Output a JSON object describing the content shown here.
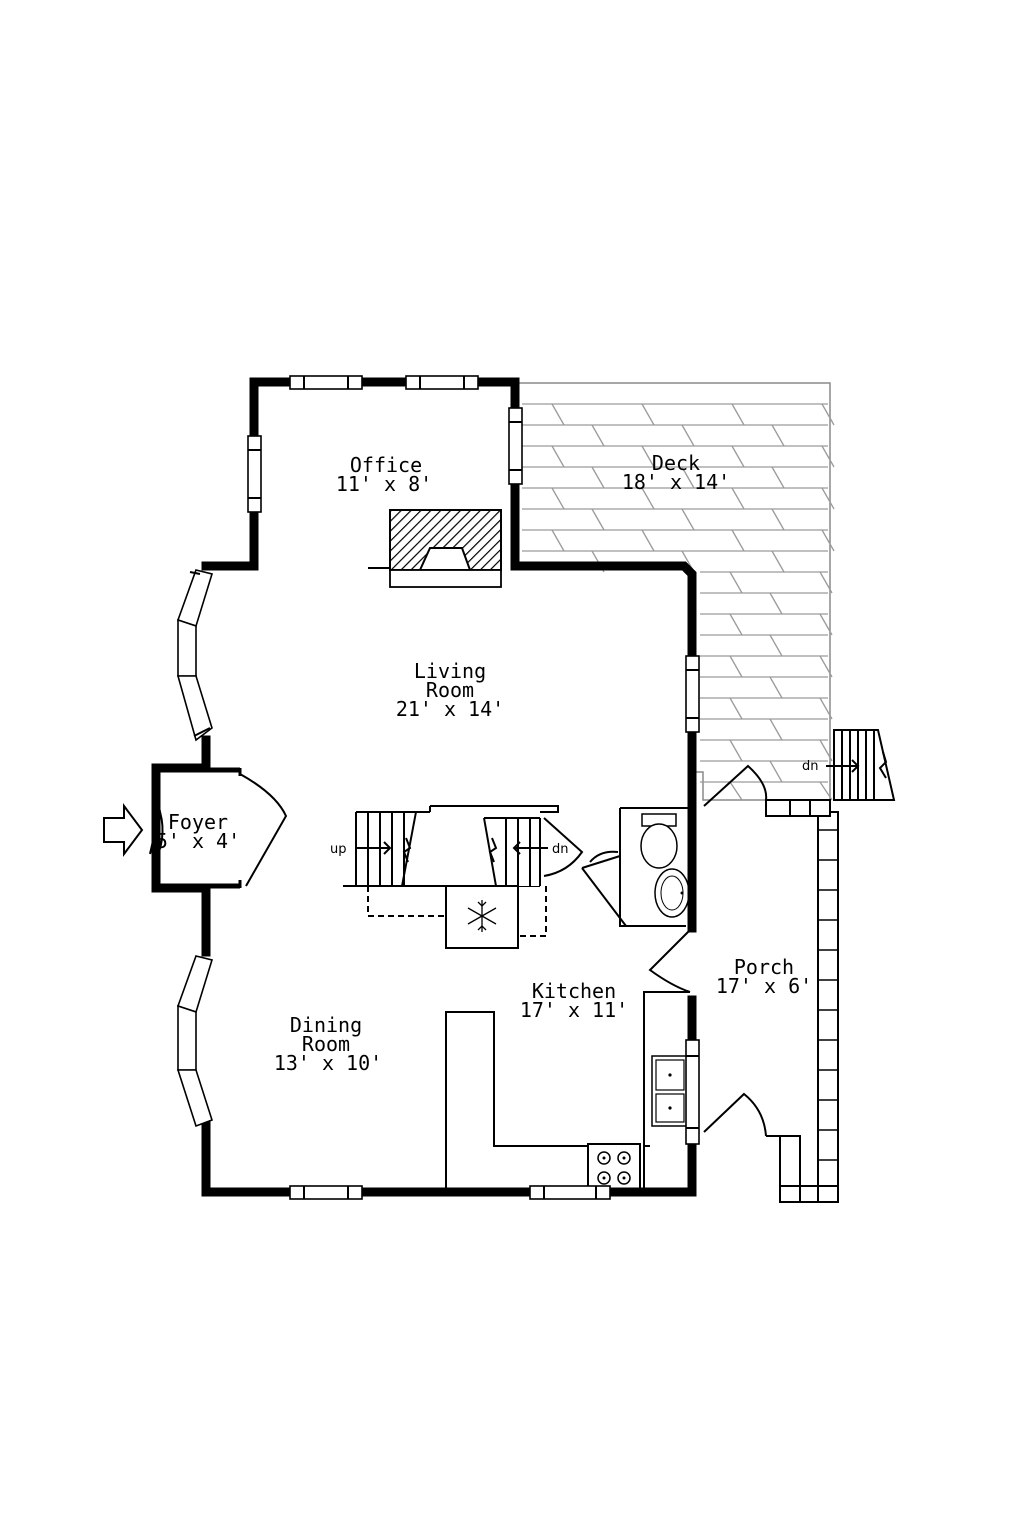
{
  "rooms": {
    "office": {
      "name": "Office",
      "dims": "11' x 8'"
    },
    "deck": {
      "name": "Deck",
      "dims": "18' x 14'"
    },
    "living": {
      "name_line1": "Living",
      "name_line2": "Room",
      "dims": "21' x 14'"
    },
    "foyer": {
      "name": "Foyer",
      "dims": "5' x 4'"
    },
    "kitchen": {
      "name": "Kitchen",
      "dims": "17' x 11'"
    },
    "porch": {
      "name": "Porch",
      "dims": "17' x 6'"
    },
    "dining": {
      "name_line1": "Dining",
      "name_line2": "Room",
      "dims": "13' x 10'"
    }
  },
  "stairs": {
    "up_label": "up",
    "down_label": "dn",
    "deck_down_label": "dn"
  },
  "icons": {
    "entry": "entry-arrow-icon",
    "snowflake": "snowflake-icon",
    "toilet": "toilet-icon",
    "sink": "sink-icon",
    "stove": "stove-icon"
  }
}
